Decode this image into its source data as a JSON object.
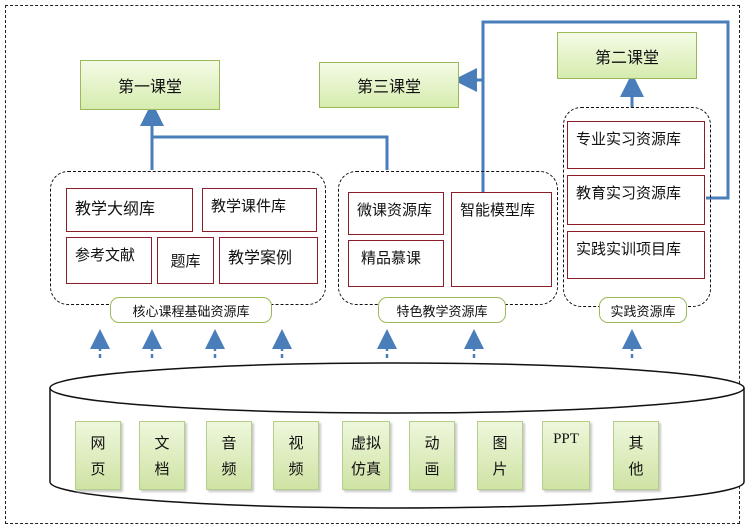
{
  "classrooms": {
    "first": "第一课堂",
    "third": "第三课堂",
    "second": "第二课堂"
  },
  "core": {
    "items": [
      "教学大纲库",
      "教学课件库",
      "参考文献",
      "题库",
      "教学案例"
    ],
    "label": "核心课程基础资源库"
  },
  "featured": {
    "items": [
      "微课资源库",
      "智能模型库",
      "精品慕课"
    ],
    "label": "特色教学资源库"
  },
  "practice": {
    "items": [
      "专业实习资源库",
      "教育实习资源库",
      "实践实训项目库"
    ],
    "label": "实践资源库"
  },
  "resources": [
    [
      "网",
      "页"
    ],
    [
      "文",
      "档"
    ],
    [
      "音",
      "频"
    ],
    [
      "视",
      "频"
    ],
    [
      "虚拟",
      "仿真"
    ],
    [
      "动",
      "画"
    ],
    [
      "图",
      "片"
    ],
    [
      "PPT"
    ],
    [
      "其",
      "他"
    ]
  ],
  "colors": {
    "connector": "#4a7ebb",
    "cell_border": "#8b1d28",
    "classroom_fill": "#d6ecae"
  }
}
